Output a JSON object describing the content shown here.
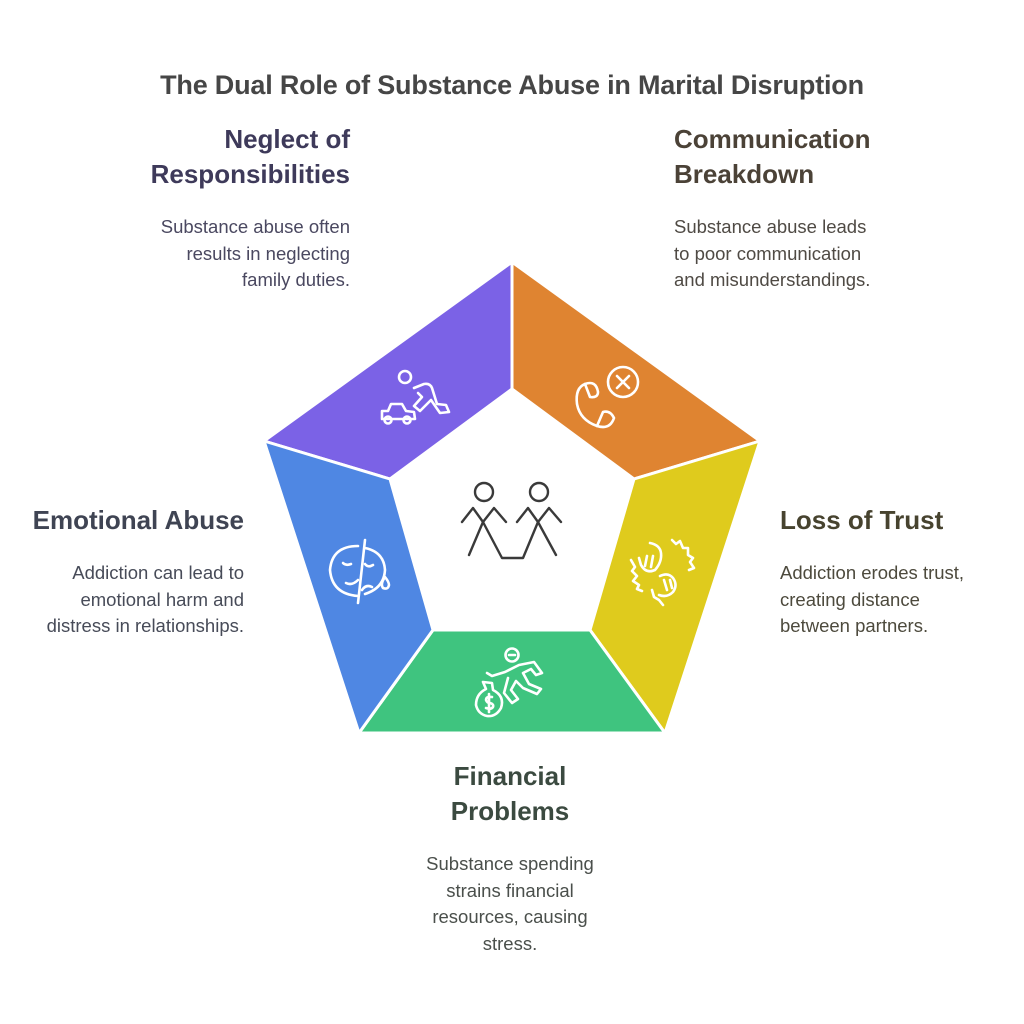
{
  "title": "The Dual Role of Substance Abuse in Marital Disruption",
  "colors": {
    "neglect": "#7b62e6",
    "communication": "#df8431",
    "trust": "#dfcb1d",
    "financial": "#3fc47f",
    "emotional": "#4f87e3"
  },
  "center_icon": "couple-holding-hands-icon",
  "sections": {
    "neglect": {
      "heading_line1": "Neglect of",
      "heading_line2": "Responsibilities",
      "text_line1": "Substance abuse often",
      "text_line2": "results in neglecting",
      "text_line3": "family duties.",
      "icon": "child-playing-toy-car-icon"
    },
    "communication": {
      "heading_line1": "Communication",
      "heading_line2": "Breakdown",
      "text_line1": "Substance abuse leads",
      "text_line2": "to poor communication",
      "text_line3": "and misunderstandings.",
      "icon": "phone-call-cancel-icon"
    },
    "emotional": {
      "heading_line1": "Emotional Abuse",
      "text_line1": "Addiction can lead to",
      "text_line2": "emotional harm and",
      "text_line3": "distress in relationships.",
      "icon": "sad-crying-face-icon"
    },
    "trust": {
      "heading_line1": "Loss of Trust",
      "text_line1": "Addiction erodes trust,",
      "text_line2": "creating distance",
      "text_line3": "between partners.",
      "icon": "broken-handshake-icon"
    },
    "financial": {
      "heading_line1": "Financial",
      "heading_line2": "Problems",
      "text_line1": "Substance spending",
      "text_line2": "strains financial",
      "text_line3": "resources, causing",
      "text_line4": "stress.",
      "icon": "person-chasing-money-bag-icon"
    }
  }
}
